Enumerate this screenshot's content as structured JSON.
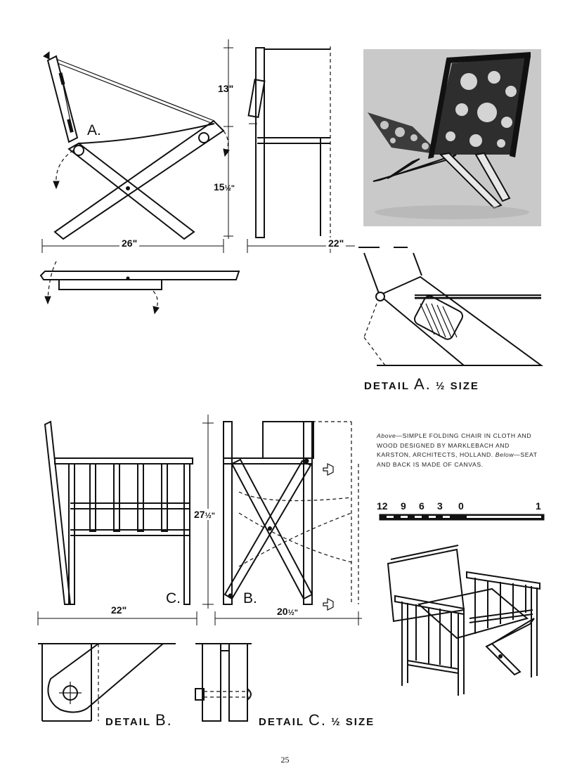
{
  "drawing_a": {
    "label": "A.",
    "dim_height_back": "13\"",
    "dim_height_seat": "15",
    "dim_height_seat_frac": "½\"",
    "dim_depth": "26\"",
    "dim_width_side": "22\""
  },
  "detail_a": {
    "title": "DETAIL",
    "letter": "A.",
    "scale": "½ SIZE"
  },
  "caption": {
    "above": "Above",
    "text_1": "—SIMPLE FOLDING CHAIR IN CLOTH AND WOOD DESIGNED BY MARKLEBACH AND KARSTON, ARCHITECTS, HOLLAND.",
    "below": "Below",
    "text_2": "—SEAT AND BACK IS MADE OF CANVAS."
  },
  "scale_bar": {
    "labels": [
      "12",
      "9",
      "6",
      "3",
      "0",
      "1"
    ]
  },
  "drawing_c": {
    "label": "C.",
    "dim_height": "27",
    "dim_height_frac": "½\"",
    "dim_width": "22\""
  },
  "drawing_b": {
    "label": "B.",
    "dim_depth": "20",
    "dim_depth_frac": "½\""
  },
  "detail_b": {
    "title": "DETAIL",
    "letter": "B."
  },
  "detail_c": {
    "title": "DETAIL",
    "letter": "C.",
    "scale": "½ SIZE"
  },
  "page_number": "25"
}
